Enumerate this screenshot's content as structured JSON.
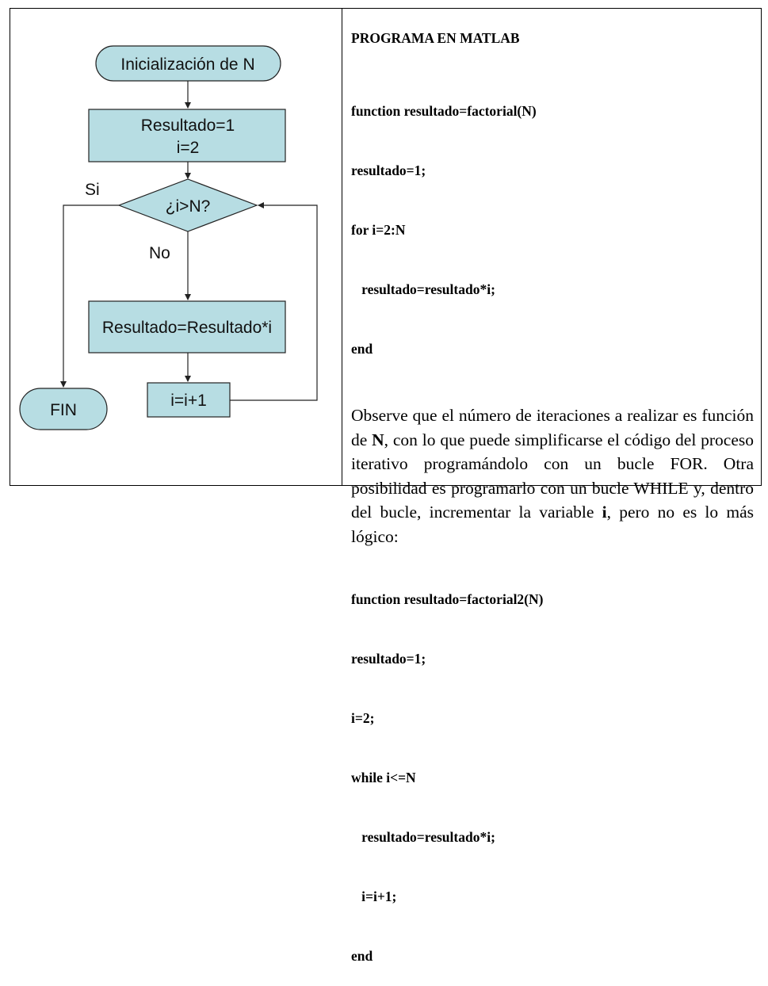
{
  "flowchart": {
    "start_label": "Inicialización de N",
    "init_line1": "Resultado=1",
    "init_line2": "i=2",
    "decision_label": "¿i>N?",
    "yes_label": "Si",
    "no_label": "No",
    "multiply_label": "Resultado=Resultado*i",
    "increment_label": "i=i+1",
    "end_label": "FIN",
    "fill_color": "#b7dde3",
    "stroke_color": "#222222"
  },
  "program": {
    "title": "PROGRAMA EN MATLAB",
    "code1": [
      "function resultado=factorial(N)",
      "resultado=1;",
      "for i=2:N",
      "   resultado=resultado*i;",
      "end"
    ],
    "para_text1": "Observe que el número de iteraciones a realizar es función de ",
    "para_bold1": "N",
    "para_text2": ", con lo que puede simplificarse el código del proceso iterativo programándolo con un bucle FOR. Otra posibilidad es programarlo con un bucle WHILE y, dentro del bucle, incrementar la variable ",
    "para_bold2": "i",
    "para_text3": ", pero no es lo más lógico:",
    "code2": [
      "function resultado=factorial2(N)",
      "resultado=1;",
      "i=2;",
      "while i<=N",
      "   resultado=resultado*i;",
      "   i=i+1;",
      "end"
    ]
  }
}
